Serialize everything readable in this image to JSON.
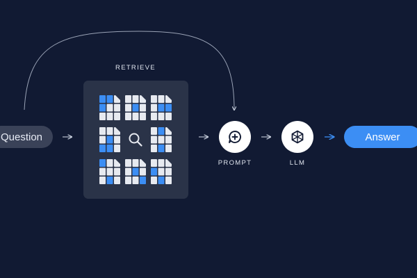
{
  "nodes": {
    "question": "Question",
    "retrieve": "RETRIEVE",
    "prompt": "PROMPT",
    "llm": "LLM",
    "answer": "Answer"
  },
  "icons": {
    "prompt": "chat-bubble-plus-icon",
    "llm": "cube-icon",
    "search": "magnifier-icon",
    "documents": "document-grid-icon"
  },
  "colors": {
    "background": "#111a33",
    "accent": "#3c8ef4",
    "panel": "#2a3348",
    "question_pill": "#3a4258"
  }
}
